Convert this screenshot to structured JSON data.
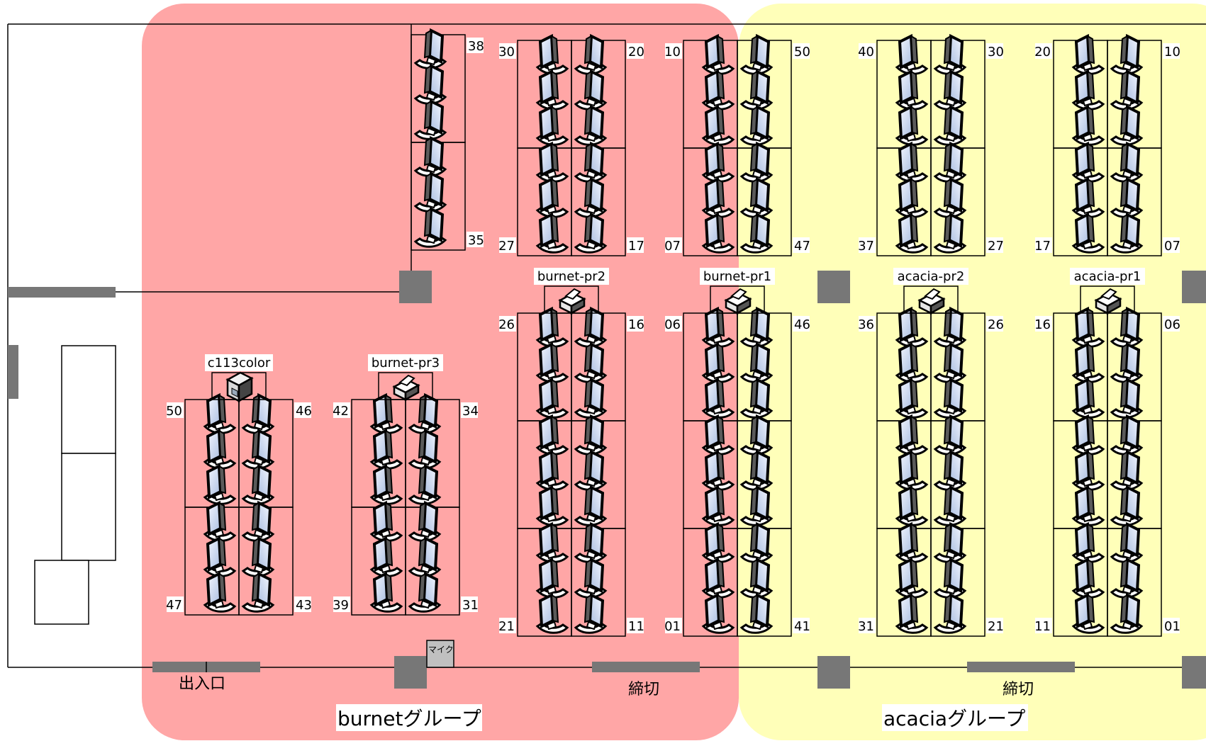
{
  "groups": {
    "burnet": {
      "label": "burnetグループ",
      "color": "#ffa6a6"
    },
    "acacia": {
      "label": "acaciaグループ",
      "color": "#ffffb9"
    }
  },
  "room": {
    "entrance": "出入口",
    "mic": "マイク",
    "deadline_left": "締切",
    "deadline_right": "締切"
  },
  "printers": [
    {
      "id": "c113",
      "label": "c113color",
      "kind": "color"
    },
    {
      "id": "pr3",
      "label": "burnet-pr3",
      "kind": "mono"
    },
    {
      "id": "pr2",
      "label": "burnet-pr2",
      "kind": "mono"
    },
    {
      "id": "pr1",
      "label": "burnet-pr1",
      "kind": "mono"
    },
    {
      "id": "apr2",
      "label": "acacia-pr2",
      "kind": "mono"
    },
    {
      "id": "apr1",
      "label": "acacia-pr1",
      "kind": "mono"
    }
  ],
  "seat_labels": {
    "colA_top": {
      "tl": "",
      "tr": "38",
      "bl": "",
      "br": "35"
    },
    "colB_top": {
      "tl": "30",
      "tr": "20",
      "bl": "27",
      "br": "17"
    },
    "colC_top": {
      "tl": "10",
      "tr": "50",
      "bl": "07",
      "br": "47"
    },
    "colD_top": {
      "tl": "40",
      "tr": "30",
      "bl": "37",
      "br": "27"
    },
    "colE_top": {
      "tl": "20",
      "tr": "10",
      "bl": "17",
      "br": "07"
    },
    "colB_bot": {
      "tl": "26",
      "tr": "16",
      "bl": "21",
      "br": "11"
    },
    "colC_bot": {
      "tl": "06",
      "tr": "46",
      "bl": "01",
      "br": "41"
    },
    "colD_bot": {
      "tl": "36",
      "tr": "26",
      "bl": "31",
      "br": "21"
    },
    "colE_bot": {
      "tl": "16",
      "tr": "06",
      "bl": "11",
      "br": "01"
    },
    "c113_block": {
      "tl": "50",
      "tr": "46",
      "bl": "47",
      "br": "43"
    },
    "pr3_block": {
      "tl": "42",
      "tr": "34",
      "bl": "39",
      "br": "31"
    }
  }
}
